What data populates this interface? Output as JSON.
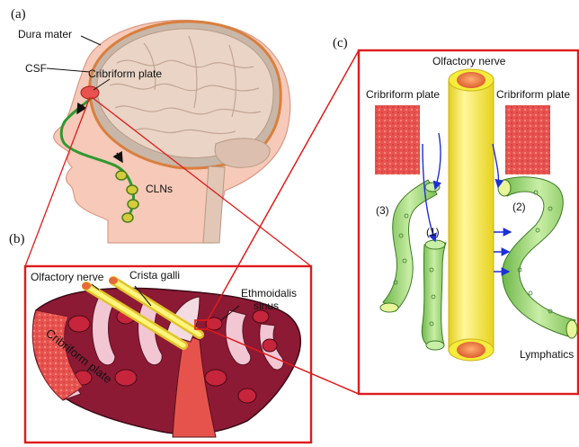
{
  "panels": {
    "a": "(a)",
    "b": "(b)",
    "c": "(c)"
  },
  "panel_a": {
    "dura_mater": "Dura mater",
    "csf": "CSF",
    "cribriform_plate": "Cribriform plate",
    "clns": "CLNs"
  },
  "panel_b": {
    "olfactory_nerve": "Olfactory nerve",
    "crista_galli": "Crista galli",
    "ethmoidalis_sinus_line1": "Ethmoidalis",
    "ethmoidalis_sinus_line2": "sinus",
    "cribriform_plate": "Cribriform plate"
  },
  "panel_c": {
    "olfactory_nerve": "Olfactory nerve",
    "cribriform_plate_left": "Cribriform plate",
    "cribriform_plate_right": "Cribriform plate",
    "route_1": "(1)",
    "route_2": "(2)",
    "route_3": "(3)",
    "lymphatics": "Lymphatics"
  },
  "colors": {
    "callout_red": "#e01b1b",
    "nerve_yellow": "#f6ec3a",
    "lymph_green": "#9fd67a",
    "skin": "#f6c9b8",
    "arrow_blue": "#1f2fd6",
    "brain": "#e9d4c6"
  }
}
